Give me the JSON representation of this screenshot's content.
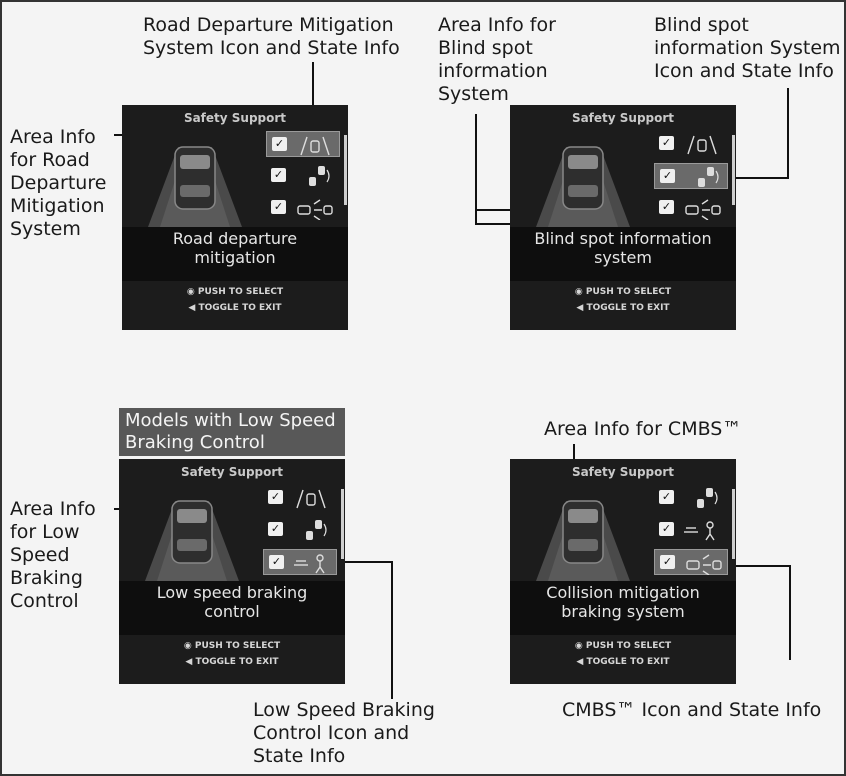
{
  "labels": {
    "road_info_title": [
      "Road Departure Mitigation",
      "System Icon and State Info"
    ],
    "area_info_blind": [
      "Area Info for",
      "Blind spot",
      "information",
      "System"
    ],
    "blind_spot_info_title": [
      "Blind spot",
      "information System",
      "Icon and State Info"
    ],
    "area_info_road": [
      "Area Info",
      "for Road",
      "Departure",
      "Mitigation",
      "System"
    ],
    "area_info_low_speed": [
      "Area Info",
      "for Low",
      "Speed",
      "Braking",
      "Control"
    ],
    "area_info_cmbs": "Area Info for CMBS™",
    "low_speed_icon_title": [
      "Low Speed Braking",
      "Control Icon and",
      "State Info"
    ],
    "cmbs_icon_title": "CMBS™ Icon and State Info"
  },
  "badge": {
    "text": [
      "Models with Low Speed",
      "Braking Control"
    ]
  },
  "screens": [
    {
      "id": "rdm",
      "header": "Safety Support",
      "title": [
        "Road departure",
        "mitigation"
      ],
      "push": "PUSH TO SELECT",
      "toggle": "TOGGLE TO EXIT",
      "selected_item": 0,
      "items": [
        "road-departure-mitigation-icon",
        "blind-spot-information-icon",
        "cmbs-icon"
      ]
    },
    {
      "id": "bsi",
      "header": "Safety Support",
      "title": [
        "Blind spot information",
        "system"
      ],
      "push": "PUSH TO SELECT",
      "toggle": "TOGGLE TO EXIT",
      "selected_item": 1,
      "items": [
        "road-departure-mitigation-icon",
        "blind-spot-information-icon",
        "cmbs-icon"
      ]
    },
    {
      "id": "lsbc",
      "header": "Safety Support",
      "title": [
        "Low speed braking",
        "control"
      ],
      "push": "PUSH TO SELECT",
      "toggle": "TOGGLE TO EXIT",
      "selected_item": 2,
      "items": [
        "road-departure-mitigation-icon",
        "blind-spot-information-icon",
        "low-speed-braking-control-icon"
      ]
    },
    {
      "id": "cmbs",
      "header": "Safety Support",
      "title": [
        "Collision mitigation",
        "braking system"
      ],
      "push": "PUSH TO SELECT",
      "toggle": "TOGGLE TO EXIT",
      "selected_item": 2,
      "items": [
        "blind-spot-information-icon",
        "low-speed-braking-control-icon",
        "cmbs-icon"
      ]
    }
  ],
  "colors": {
    "screen_bg": "#1c1c1c",
    "selected_item": "#6a6a6a",
    "badge_bg": "#585858",
    "leader_line": "#111111"
  }
}
